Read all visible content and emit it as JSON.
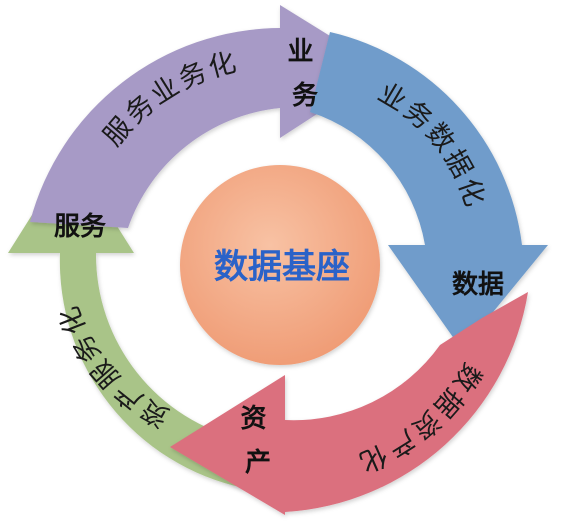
{
  "center": {
    "label": "数据基座",
    "fill": "#f2a27c",
    "text_color": "#2a62c8"
  },
  "segments": [
    {
      "id": "purple",
      "arc_label": "服务业务化",
      "tip_label": "业务",
      "color": "#a79ac6",
      "icon": "arrow-head"
    },
    {
      "id": "blue",
      "arc_label": "业务数据化",
      "tip_label": "数据",
      "color": "#6f9ccb",
      "icon": "arrow-head"
    },
    {
      "id": "red",
      "arc_label": "数据资产化",
      "tip_label": "资产",
      "color": "#db6f7e",
      "icon": "arrow-head"
    },
    {
      "id": "green",
      "arc_label": "资产服务化",
      "tip_label": "服务",
      "color": "#a9c488",
      "icon": "arrow-head"
    }
  ]
}
